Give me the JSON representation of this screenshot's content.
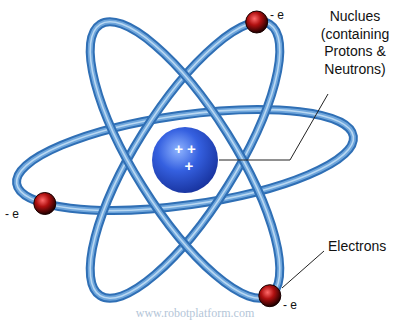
{
  "diagram": {
    "labels": [
      "Nuclues (containing Protons & Neutrons)",
      "Electrons",
      "- e",
      "- e",
      "- e",
      "+ +",
      "+",
      "www.robotplatform.com"
    ]
  }
}
